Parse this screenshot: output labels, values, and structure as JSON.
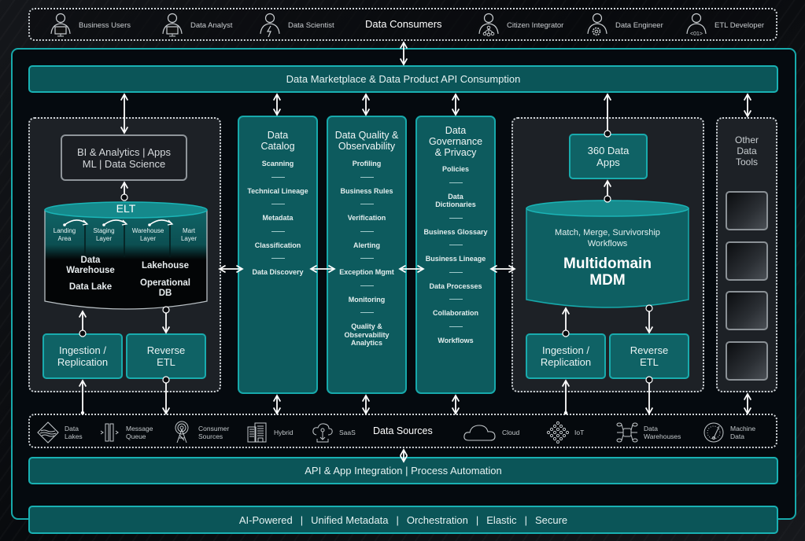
{
  "consumers": {
    "title": "Data Consumers",
    "items": [
      {
        "label": "Business Users",
        "icon": "person-monitor-icon"
      },
      {
        "label": "Data Analyst",
        "icon": "person-monitor-icon"
      },
      {
        "label": "Data Scientist",
        "icon": "person-lightning-icon"
      },
      {
        "label": "Citizen Integrator",
        "icon": "person-network-icon"
      },
      {
        "label": "Data Engineer",
        "icon": "person-gear-icon"
      },
      {
        "label": "ETL Developer",
        "icon": "person-code-icon"
      }
    ]
  },
  "marketplace": {
    "label": "Data Marketplace & Data Product API Consumption"
  },
  "left_panel": {
    "bi_box": {
      "line1": "BI & Analytics | Apps",
      "line2": "ML | Data Science"
    },
    "elt": {
      "title": "ELT",
      "layers": [
        {
          "line1": "Landing",
          "line2": "Area"
        },
        {
          "line1": "Staging",
          "line2": "Layer"
        },
        {
          "line1": "Warehouse",
          "line2": "Layer"
        },
        {
          "line1": "Mart",
          "line2": "Layer"
        }
      ],
      "stores": [
        {
          "line1": "Data",
          "line2": "Warehouse"
        },
        {
          "line1": "Lakehouse",
          "line2": ""
        },
        {
          "line1": "Data Lake",
          "line2": ""
        },
        {
          "line1": "Operational",
          "line2": "DB"
        }
      ]
    },
    "ingestion": {
      "line1": "Ingestion /",
      "line2": "Replication"
    },
    "reverse_etl": {
      "line1": "Reverse",
      "line2": "ETL"
    }
  },
  "columns": [
    {
      "title_lines": [
        "Data",
        "Catalog"
      ],
      "items": [
        "Scanning",
        "Technical Lineage",
        "Metadata",
        "Classification",
        "Data Discovery"
      ]
    },
    {
      "title_lines": [
        "Data Quality &",
        "Observability"
      ],
      "items": [
        "Profiling",
        "Business Rules",
        "Verification",
        "Alerting",
        "Exception Mgmt",
        "Monitoring",
        "Quality & Observability Analytics"
      ]
    },
    {
      "title_lines": [
        "Data",
        "Governance",
        "& Privacy"
      ],
      "items": [
        "Policies",
        "Data Dictionaries",
        "Business Glossary",
        "Business Lineage",
        "Data Processes",
        "Collaboration",
        "Workflows"
      ]
    }
  ],
  "right_panel": {
    "apps_360": {
      "line1": "360 Data",
      "line2": "Apps"
    },
    "mdm": {
      "subtitle_line1": "Match, Merge, Survivorship",
      "subtitle_line2": "Workflows",
      "title_line1": "Multidomain",
      "title_line2": "MDM"
    },
    "ingestion": {
      "line1": "Ingestion /",
      "line2": "Replication"
    },
    "reverse_etl": {
      "line1": "Reverse",
      "line2": "ETL"
    }
  },
  "other_tools": {
    "title_lines": [
      "Other",
      "Data",
      "Tools"
    ],
    "tile_count": 4
  },
  "sources": {
    "title": "Data Sources",
    "items": [
      {
        "line1": "Data",
        "line2": "Lakes",
        "icon": "lake-diamond-icon"
      },
      {
        "line1": "Message",
        "line2": "Queue",
        "icon": "message-queue-icon"
      },
      {
        "line1": "Consumer",
        "line2": "Sources",
        "icon": "antenna-tower-icon"
      },
      {
        "line1": "Hybrid",
        "line2": "",
        "icon": "buildings-icon"
      },
      {
        "line1": "SaaS",
        "line2": "",
        "icon": "cloud-download-icon"
      },
      {
        "line1": "Cloud",
        "line2": "",
        "icon": "cloud-icon"
      },
      {
        "line1": "IoT",
        "line2": "",
        "icon": "iot-grid-icon"
      },
      {
        "line1": "Data",
        "line2": "Warehouses",
        "icon": "data-warehouse-icon"
      },
      {
        "line1": "Machine",
        "line2": "Data",
        "icon": "gauge-icon"
      }
    ]
  },
  "api_bar": {
    "label": "API & App Integration | Process Automation"
  },
  "footer": {
    "items": [
      "AI-Powered",
      "Unified Metadata",
      "Orchestration",
      "Elastic",
      "Secure"
    ],
    "separator": "|"
  },
  "colors": {
    "teal_border": "#17a9ab",
    "teal_fill": "#0d5b5e",
    "background": "#050a0f",
    "panel": "#1d2126"
  }
}
